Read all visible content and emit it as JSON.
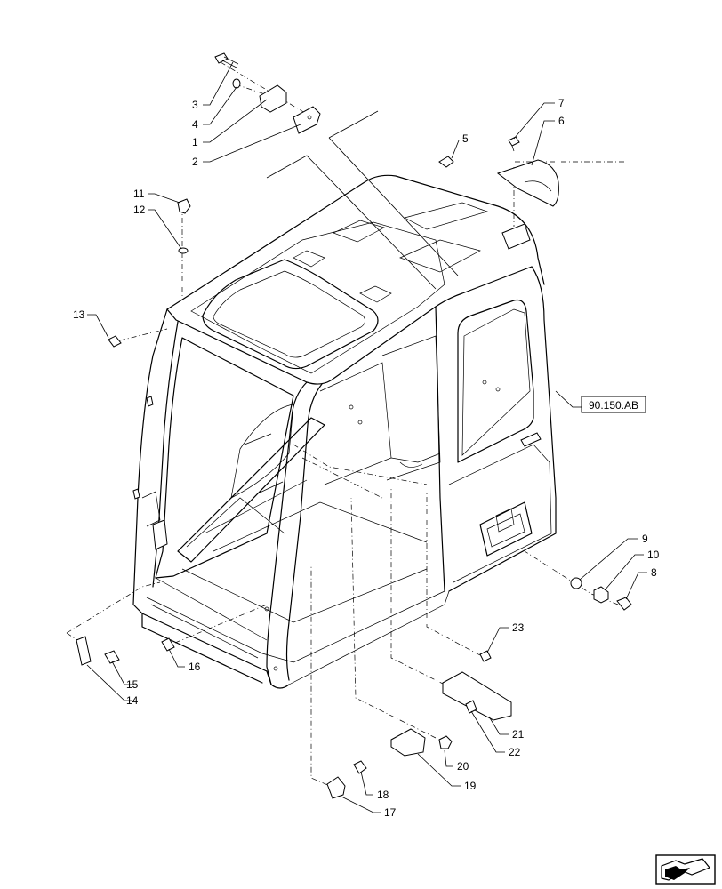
{
  "diagram": {
    "reference_box": "90.150.AB",
    "callouts": [
      {
        "id": "c1",
        "label": "1"
      },
      {
        "id": "c2",
        "label": "2"
      },
      {
        "id": "c3",
        "label": "3"
      },
      {
        "id": "c4",
        "label": "4"
      },
      {
        "id": "c5",
        "label": "5"
      },
      {
        "id": "c6",
        "label": "6"
      },
      {
        "id": "c7",
        "label": "7"
      },
      {
        "id": "c8",
        "label": "8"
      },
      {
        "id": "c9",
        "label": "9"
      },
      {
        "id": "c10",
        "label": "10"
      },
      {
        "id": "c11",
        "label": "11"
      },
      {
        "id": "c12",
        "label": "12"
      },
      {
        "id": "c13",
        "label": "13"
      },
      {
        "id": "c14",
        "label": "14"
      },
      {
        "id": "c15",
        "label": "15"
      },
      {
        "id": "c16",
        "label": "16"
      },
      {
        "id": "c17",
        "label": "17"
      },
      {
        "id": "c18",
        "label": "18"
      },
      {
        "id": "c19",
        "label": "19"
      },
      {
        "id": "c20",
        "label": "20"
      },
      {
        "id": "c21",
        "label": "21"
      },
      {
        "id": "c22",
        "label": "22"
      },
      {
        "id": "c23",
        "label": "23"
      }
    ],
    "nav_icon": "arrow-pointer-icon"
  }
}
